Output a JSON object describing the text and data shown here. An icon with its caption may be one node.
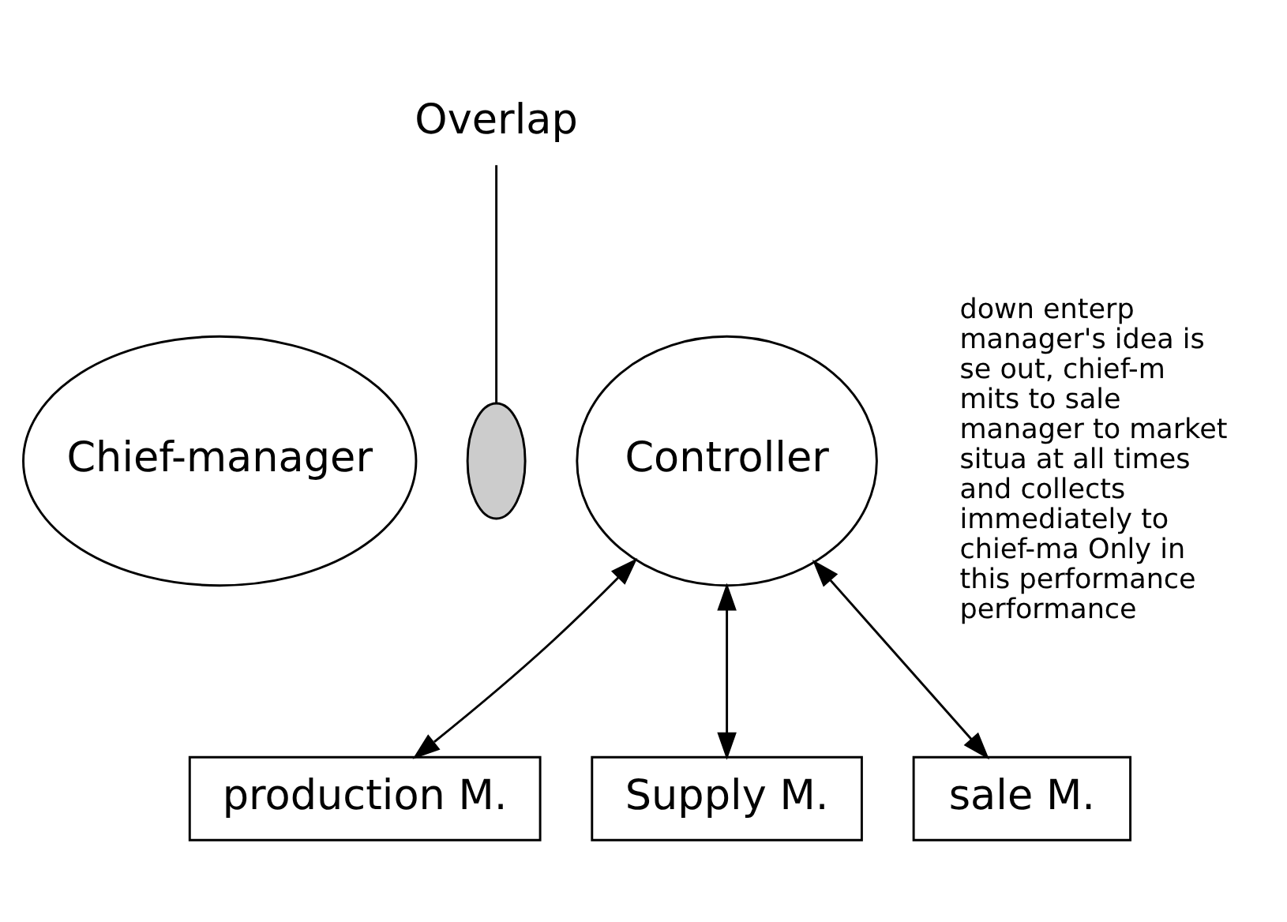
{
  "diagram": {
    "nodes": [
      {
        "text": [
          "Chief-manager"
        ]
      },
      {
        "text": [
          "Controller"
        ]
      },
      {
        "text": [],
        "shape": "lens"
      },
      {
        "text": [
          "Overlap"
        ]
      },
      {
        "text": [
          "production M."
        ]
      },
      {
        "text": [
          "Supply M."
        ]
      },
      {
        "text": [
          "sale M."
        ]
      }
    ],
    "edges": [
      {
        "from": 3,
        "to": 2,
        "arrow": "none"
      },
      {
        "from": 1,
        "to": 4,
        "arrow": "both"
      },
      {
        "from": 1,
        "to": 5,
        "arrow": "both"
      },
      {
        "from": 1,
        "to": 6,
        "arrow": "both"
      }
    ],
    "labels": [
      "down enterp manager's idea is se out, chief-m mits to sale manager to market situa at all times and collects immediately to chief-ma Only in this performance performance"
    ]
  }
}
